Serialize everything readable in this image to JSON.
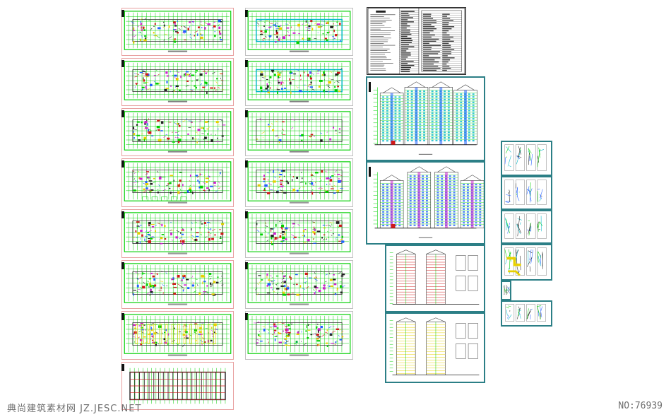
{
  "colors": {
    "grid_green": "#00d000",
    "wall_red": "#d01818",
    "dim_blue": "#2060ff",
    "cyan": "#00b8c8",
    "yellow": "#e8d000",
    "magenta": "#d020d0",
    "frame_pink": "#e8a0a0",
    "frame_teal": "#2c7f86"
  },
  "sheets": {
    "col1": [
      {
        "icon": "floor-plan-drawing"
      },
      {
        "icon": "floor-plan-drawing"
      },
      {
        "icon": "floor-plan-drawing"
      },
      {
        "icon": "floor-plan-drawing"
      },
      {
        "icon": "floor-plan-drawing"
      },
      {
        "icon": "floor-plan-drawing"
      },
      {
        "icon": "floor-plan-drawing"
      },
      {
        "icon": "foundation-plan-drawing"
      }
    ],
    "col2": [
      {
        "icon": "floor-plan-drawing"
      },
      {
        "icon": "floor-plan-drawing"
      },
      {
        "icon": "floor-plan-drawing"
      },
      {
        "icon": "floor-plan-drawing"
      },
      {
        "icon": "floor-plan-drawing"
      },
      {
        "icon": "floor-plan-drawing"
      },
      {
        "icon": "floor-plan-drawing"
      }
    ],
    "col3": [
      {
        "icon": "design-notes-table"
      },
      {
        "icon": "elevation-drawing"
      },
      {
        "icon": "elevation-drawing"
      },
      {
        "icon": "section-drawing"
      },
      {
        "icon": "section-drawing"
      }
    ],
    "col4": [
      {
        "icon": "detail-drawing"
      },
      {
        "icon": "detail-drawing"
      },
      {
        "icon": "detail-drawing"
      },
      {
        "icon": "detail-drawing"
      },
      {
        "icon": "detail-drawing"
      },
      {
        "icon": "detail-drawing"
      }
    ]
  },
  "watermark": {
    "left": "典尚建筑素材网 JZ.JESC.NET",
    "right": "NO:76939"
  }
}
